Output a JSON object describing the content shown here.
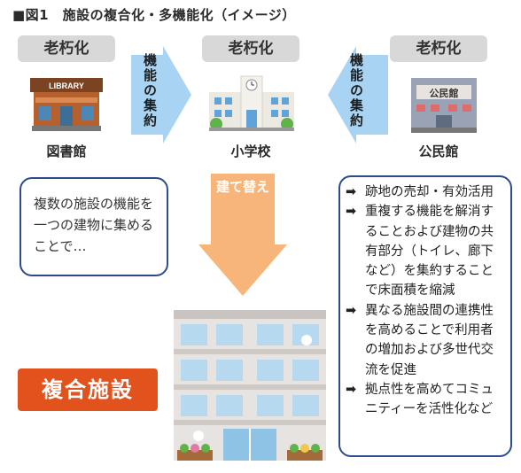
{
  "figure_title": "■図1　施設の複合化・多機能化（イメージ）",
  "top": {
    "left": {
      "badge": "老朽化",
      "sign": "LIBRARY",
      "label": "図書館"
    },
    "center": {
      "badge": "老朽化",
      "label": "小学校"
    },
    "right": {
      "badge": "老朽化",
      "sign": "公民館",
      "label": "公民館"
    }
  },
  "arrows": {
    "left": "機能の集約",
    "right": "機能の集約",
    "down": "建て替え"
  },
  "left_box": "複数の施設の機能を一つの建物に集めることで…",
  "facility_label": "複合施設",
  "benefits": [
    "跡地の売却・有効活用",
    "重複する機能を解消することおよび建物の共有部分（トイレ、廊下など）を集約することで床面積を縮減",
    "異なる施設間の連携性を高めることで利用者の増加および多世代交流を促進",
    "拠点性を高めてコミュニティーを活性化など"
  ],
  "benefit_mark": "➡",
  "colors": {
    "badge": "#d8d8d8",
    "arrow_blue": "#a9d3f2",
    "arrow_orange": "#f7b57a",
    "facility": "#e2521c",
    "box_border": "#2b4c8c"
  }
}
